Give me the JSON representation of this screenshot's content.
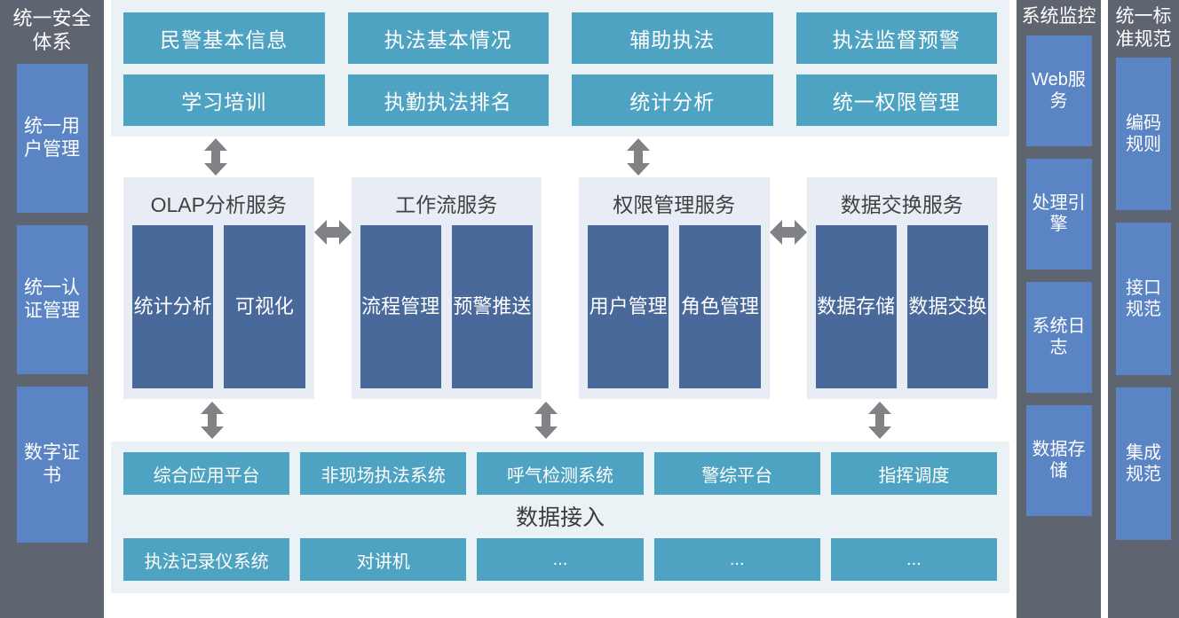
{
  "left_sidebar": {
    "title": "统一安全体系",
    "items": [
      {
        "label": "统一用户管理"
      },
      {
        "label": "统一认证管理"
      },
      {
        "label": "数字证书"
      }
    ]
  },
  "application_layer": {
    "boxes": [
      {
        "label": "民警基本信息"
      },
      {
        "label": "执法基本情况"
      },
      {
        "label": "辅助执法"
      },
      {
        "label": "执法监督预警"
      },
      {
        "label": "学习培训"
      },
      {
        "label": "执勤执法排名"
      },
      {
        "label": "统计分析"
      },
      {
        "label": "统一权限管理"
      }
    ]
  },
  "service_layer": {
    "panels": [
      {
        "title": "OLAP分析服务",
        "children": [
          {
            "label": "统计分析"
          },
          {
            "label": "可视化"
          }
        ]
      },
      {
        "title": "工作流服务",
        "children": [
          {
            "label": "流程管理"
          },
          {
            "label": "预警推送"
          }
        ]
      },
      {
        "title": "权限管理服务",
        "children": [
          {
            "label": "用户管理"
          },
          {
            "label": "角色管理"
          }
        ]
      },
      {
        "title": "数据交换服务",
        "children": [
          {
            "label": "数据存储"
          },
          {
            "label": "数据交换"
          }
        ]
      }
    ]
  },
  "data_layer": {
    "center_label": "数据接入",
    "row_top": [
      {
        "label": "综合应用平台"
      },
      {
        "label": "非现场执法系统"
      },
      {
        "label": "呼气检测系统"
      },
      {
        "label": "警综平台"
      },
      {
        "label": "指挥调度"
      }
    ],
    "row_bottom": [
      {
        "label": "执法记录仪系统"
      },
      {
        "label": "对讲机"
      },
      {
        "label": "..."
      },
      {
        "label": "..."
      },
      {
        "label": "..."
      }
    ]
  },
  "sys_monitor_sidebar": {
    "title": "系统监控",
    "items": [
      {
        "label": "Web服务"
      },
      {
        "label": "处理引擎"
      },
      {
        "label": "系统日志"
      },
      {
        "label": "数据存储"
      }
    ]
  },
  "std_spec_sidebar": {
    "title": "统一标准规范",
    "items": [
      {
        "label": "编码规则"
      },
      {
        "label": "接口规范"
      },
      {
        "label": "集成规范"
      }
    ]
  },
  "connectors": {
    "up_down_arrow": "bidirectional-vertical-arrow",
    "left_right_arrow": "bidirectional-horizontal-arrow"
  },
  "colors": {
    "teal": "#4fa3c2",
    "dark_blue": "#4a699b",
    "sidebar_blue": "#5b84c4",
    "sidebar_gray": "#5e6570",
    "panel_light": "#eaf2f5",
    "service_panel": "#e8ecf4",
    "arrow_gray": "#808285"
  }
}
